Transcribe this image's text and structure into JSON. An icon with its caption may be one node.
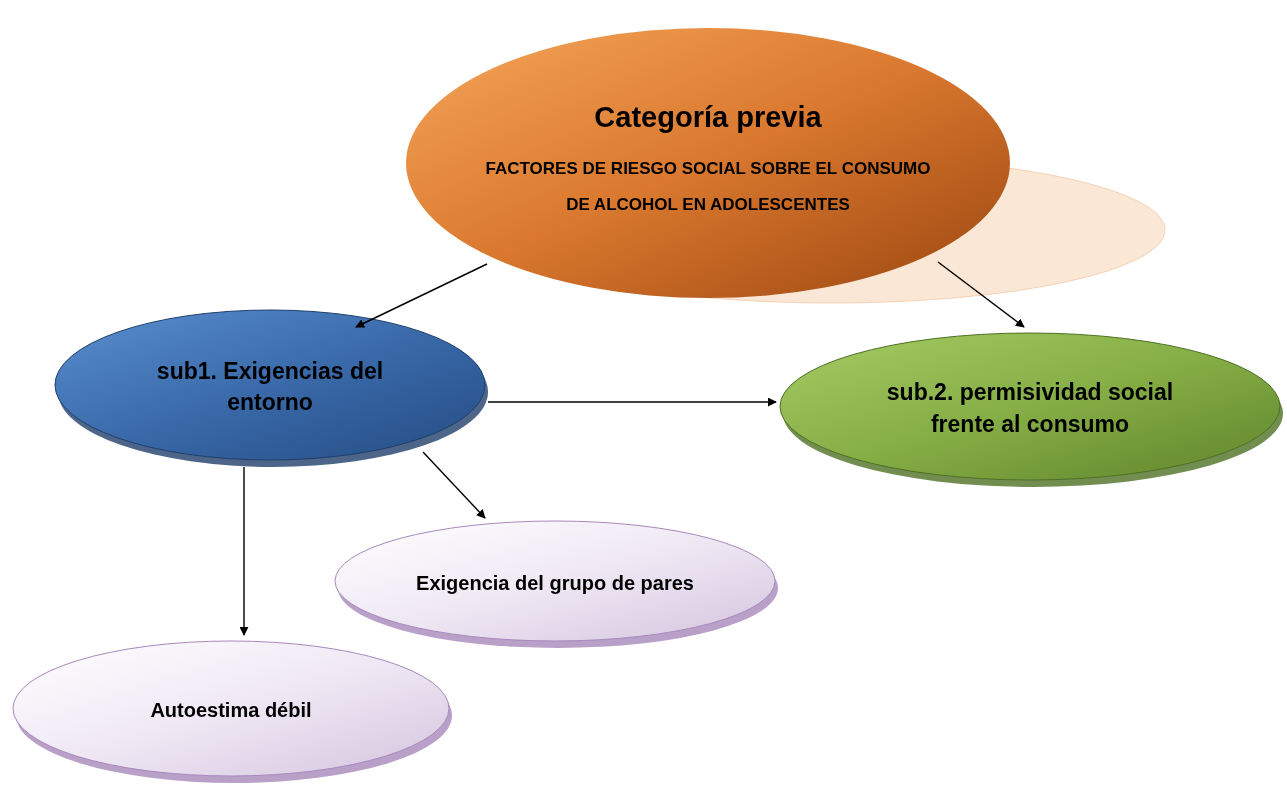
{
  "diagram": {
    "nodes": [
      {
        "text": [
          "Categoría previa",
          "FACTORES DE RIESGO SOCIAL SOBRE EL CONSUMO DE ALCOHOL EN ADOLESCENTES"
        ]
      },
      {
        "text": [
          "sub1. Exigencias del entorno"
        ]
      },
      {
        "text": [
          "sub.2. permisividad social frente al consumo"
        ]
      },
      {
        "text": [
          "Exigencia del grupo de pares"
        ]
      },
      {
        "text": [
          "Autoestima débil"
        ]
      }
    ],
    "edges": [
      {
        "from": 0,
        "to": 1,
        "arrow": "to"
      },
      {
        "from": 0,
        "to": 2,
        "arrow": "to"
      },
      {
        "from": 1,
        "to": 2,
        "arrow": "to"
      },
      {
        "from": 1,
        "to": 3,
        "arrow": "to"
      },
      {
        "from": 1,
        "to": 4,
        "arrow": "to"
      }
    ]
  }
}
